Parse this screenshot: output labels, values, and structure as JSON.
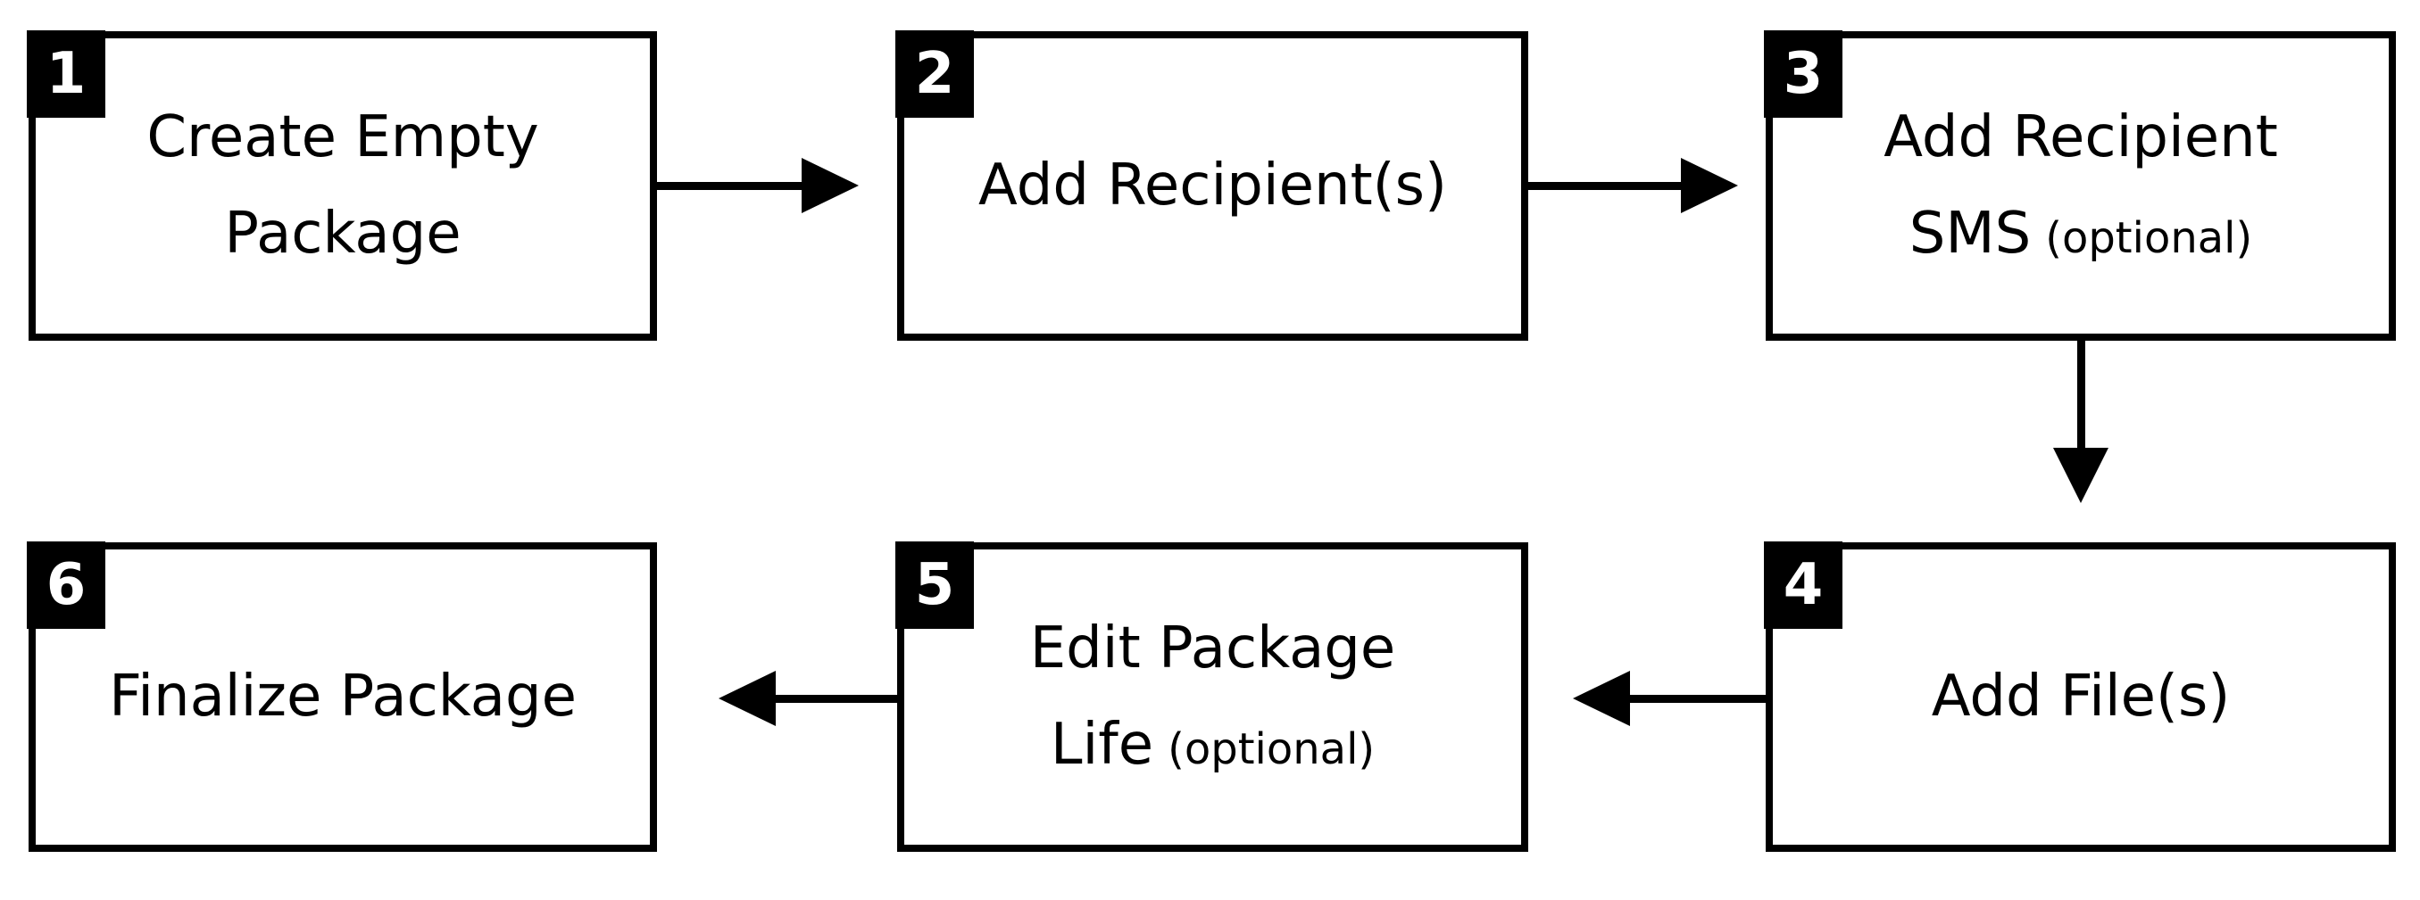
{
  "colors": {
    "box_border": "#000000",
    "box_fill": "#ffffff",
    "badge_bg": "#000000",
    "badge_text": "#ffffff",
    "arrow": "#000000",
    "page_bg": "#ffffff"
  },
  "steps": [
    {
      "number": "1",
      "line1": "Create Empty",
      "line2": "Package"
    },
    {
      "number": "2",
      "line1": "Add Recipient(s)"
    },
    {
      "number": "3",
      "line1": "Add Recipient",
      "line2": "SMS",
      "line2_note": "(optional)"
    },
    {
      "number": "4",
      "line1": "Add File(s)"
    },
    {
      "number": "5",
      "line1": "Edit Package",
      "line2": "Life",
      "line2_note": "(optional)"
    },
    {
      "number": "6",
      "line1": "Finalize Package"
    }
  ],
  "connections": [
    {
      "from": "1",
      "to": "2",
      "direction": "right"
    },
    {
      "from": "2",
      "to": "3",
      "direction": "right"
    },
    {
      "from": "3",
      "to": "4",
      "direction": "down"
    },
    {
      "from": "4",
      "to": "5",
      "direction": "left"
    },
    {
      "from": "5",
      "to": "6",
      "direction": "left"
    }
  ]
}
